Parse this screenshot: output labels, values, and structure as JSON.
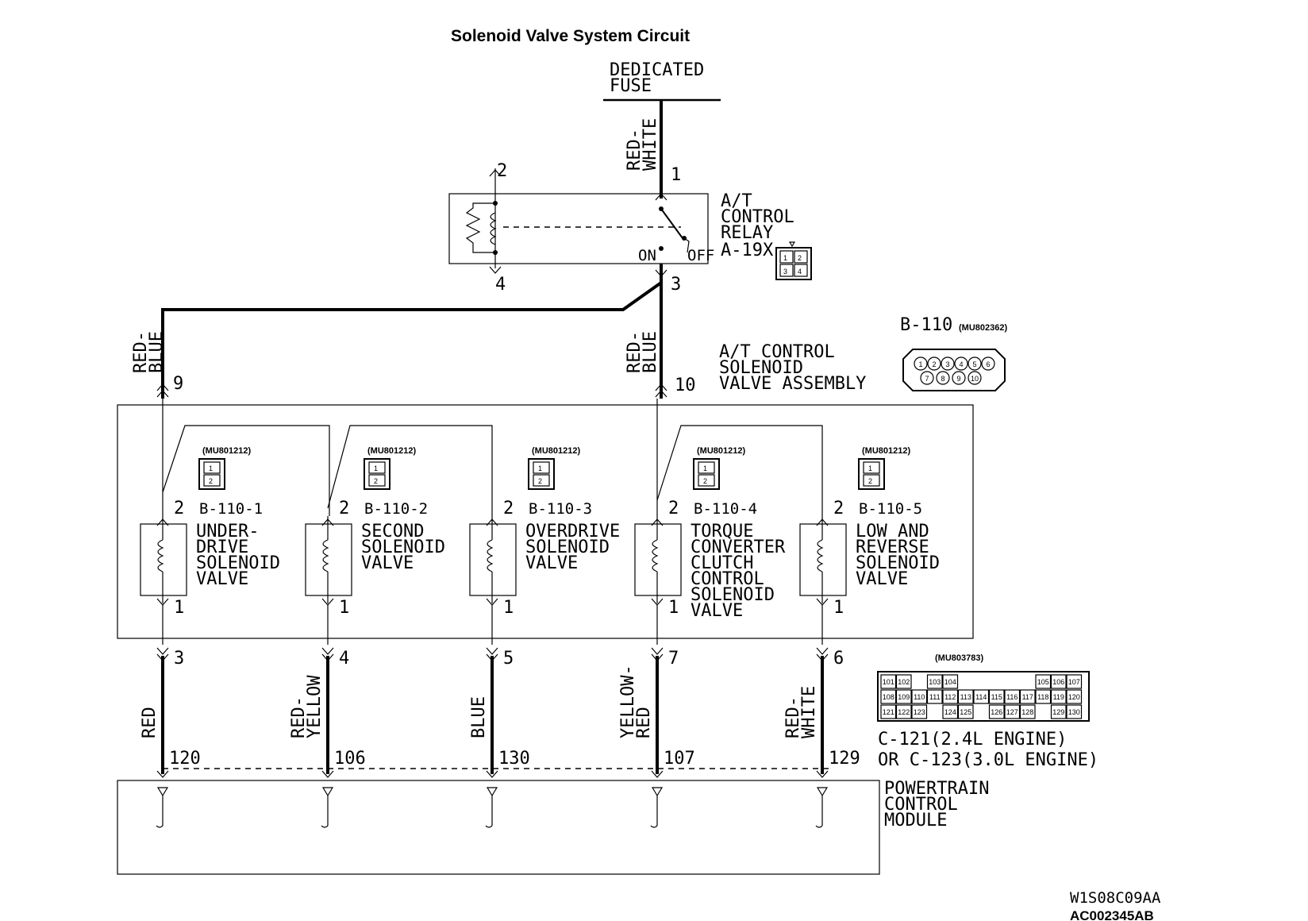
{
  "title": "Solenoid Valve System Circuit",
  "fuse": {
    "line1": "DEDICATED",
    "line2": "FUSE"
  },
  "relay": {
    "label_lines": [
      "A/T",
      "CONTROL",
      "RELAY",
      "A-19X"
    ],
    "on_label": "ON",
    "off_label": "OFF",
    "pins": {
      "p1": "1",
      "p2": "2",
      "p3": "3",
      "p4": "4"
    },
    "connector_pins": [
      "1",
      "2",
      "3",
      "4"
    ]
  },
  "wires": {
    "fuse_to_relay": [
      "RED-",
      "WHITE"
    ],
    "left_feed": [
      "RED-",
      "BLUE"
    ],
    "right_feed": [
      "RED-",
      "BLUE"
    ]
  },
  "assembly": {
    "label_lines": [
      "A/T CONTROL",
      "SOLENOID",
      "VALVE ASSEMBLY"
    ],
    "feed_pins": {
      "left": "9",
      "right": "10"
    },
    "connector_name": "B-110",
    "connector_code": "(MU802362)",
    "connector_pins": [
      "1",
      "2",
      "3",
      "4",
      "5",
      "6",
      "7",
      "8",
      "9",
      "10"
    ]
  },
  "solenoids": [
    {
      "code": "(MU801212)",
      "connector": "B-110-1",
      "pin_top": "2",
      "pin_bottom": "1",
      "label_lines": [
        "UNDER-",
        "DRIVE",
        "SOLENOID",
        "VALVE"
      ],
      "assembly_pin": "3",
      "wire_lines": [
        "RED"
      ],
      "pcm_pin": "120"
    },
    {
      "code": "(MU801212)",
      "connector": "B-110-2",
      "pin_top": "2",
      "pin_bottom": "1",
      "label_lines": [
        "SECOND",
        "SOLENOID",
        "VALVE"
      ],
      "assembly_pin": "4",
      "wire_lines": [
        "RED-",
        "YELLOW"
      ],
      "pcm_pin": "106"
    },
    {
      "code": "(MU801212)",
      "connector": "B-110-3",
      "pin_top": "2",
      "pin_bottom": "1",
      "label_lines": [
        "OVERDRIVE",
        "SOLENOID",
        "VALVE"
      ],
      "assembly_pin": "5",
      "wire_lines": [
        "BLUE"
      ],
      "pcm_pin": "130"
    },
    {
      "code": "(MU801212)",
      "connector": "B-110-4",
      "pin_top": "2",
      "pin_bottom": "1",
      "label_lines": [
        "TORQUE",
        "CONVERTER",
        "CLUTCH",
        "CONTROL",
        "SOLENOID",
        "VALVE"
      ],
      "assembly_pin": "7",
      "wire_lines": [
        "YELLOW-",
        "RED"
      ],
      "pcm_pin": "107"
    },
    {
      "code": "(MU801212)",
      "connector": "B-110-5",
      "pin_top": "2",
      "pin_bottom": "1",
      "label_lines": [
        "LOW AND",
        "REVERSE",
        "SOLENOID",
        "VALVE"
      ],
      "assembly_pin": "6",
      "wire_lines": [
        "RED-",
        "WHITE"
      ],
      "pcm_pin": "129"
    }
  ],
  "pcm_connector": {
    "code": "(MU803783)",
    "row1": [
      "101",
      "102",
      "",
      "103",
      "104",
      "",
      "",
      "",
      "",
      "",
      "105",
      "106",
      "107"
    ],
    "row2": [
      "108",
      "109",
      "110",
      "111",
      "112",
      "113",
      "114",
      "115",
      "116",
      "117",
      "118",
      "119",
      "120"
    ],
    "row3": [
      "121",
      "122",
      "123",
      "",
      "124",
      "125",
      "",
      "126",
      "127",
      "128",
      "",
      "129",
      "130"
    ],
    "caption_lines": [
      "C-121(2.4L ENGINE)",
      "OR C-123(3.0L ENGINE)"
    ]
  },
  "pcm": {
    "label_lines": [
      "POWERTRAIN",
      "CONTROL",
      "MODULE"
    ]
  },
  "codes": {
    "code1": "W1S08C09AA",
    "code2": "AC002345AB"
  }
}
